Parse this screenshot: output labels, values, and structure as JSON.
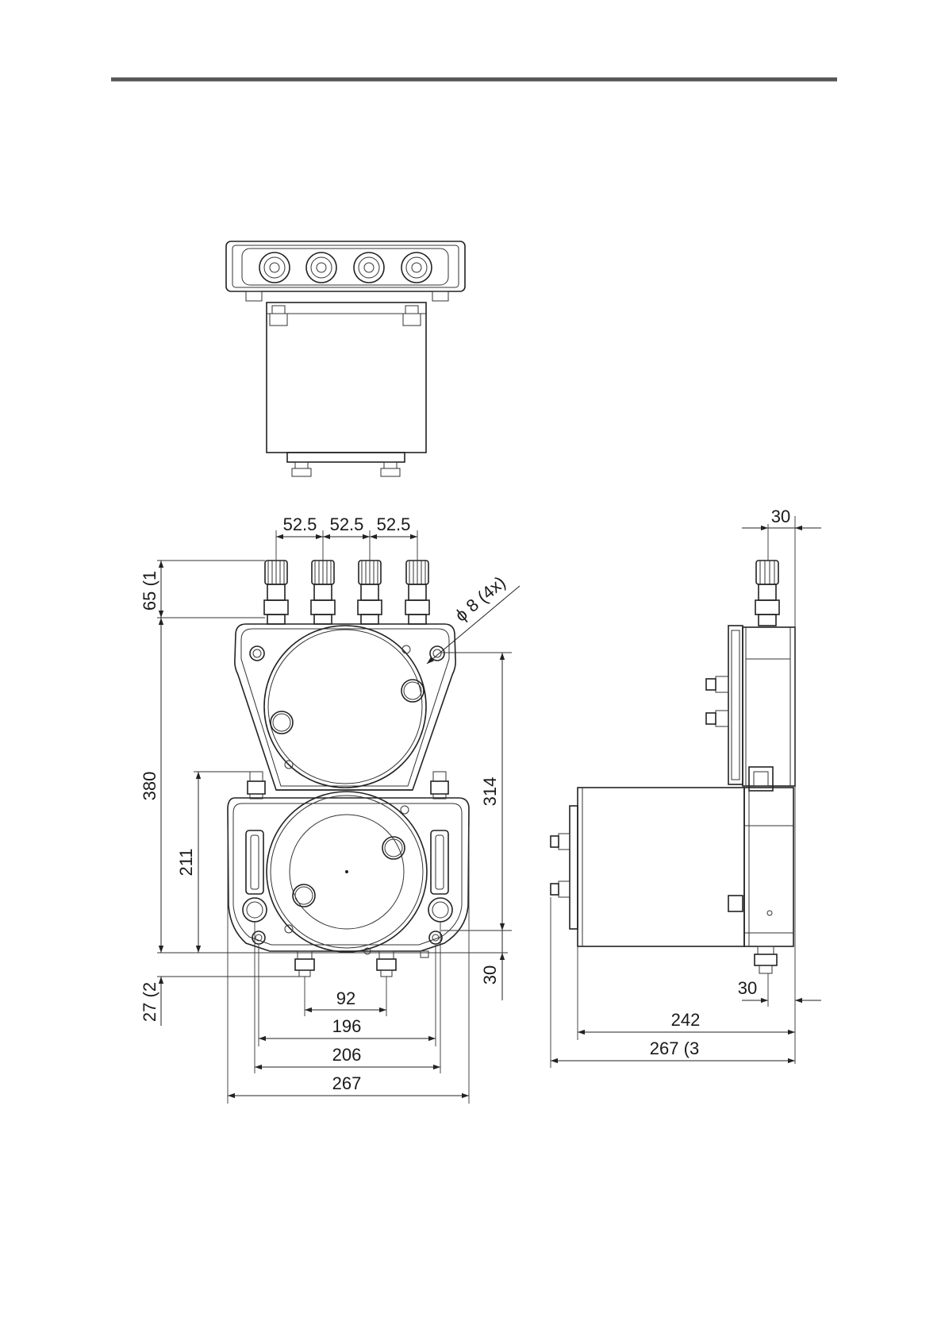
{
  "page": {
    "rule_color": "#555555"
  },
  "dimensions": {
    "cable_pitch": [
      "52.5",
      "52.5",
      "52.5"
    ],
    "connector_height": "65 (1",
    "overall_height": "380",
    "lower_housing_height": "211",
    "mount_hole_spacing_vertical": "314",
    "bottom_offset_right": "30",
    "bottom_fitting_height": "27 (2",
    "fitting_spacing": "92",
    "rail_spacing": "196",
    "mount_hole_spacing_horizontal": "206",
    "overall_width": "267",
    "mount_hole_label": "ϕ 8 (4x)",
    "side_top_offset": "30",
    "side_bottom_offset": "30",
    "side_body_depth": "242",
    "side_overall_depth": "267 (3"
  }
}
